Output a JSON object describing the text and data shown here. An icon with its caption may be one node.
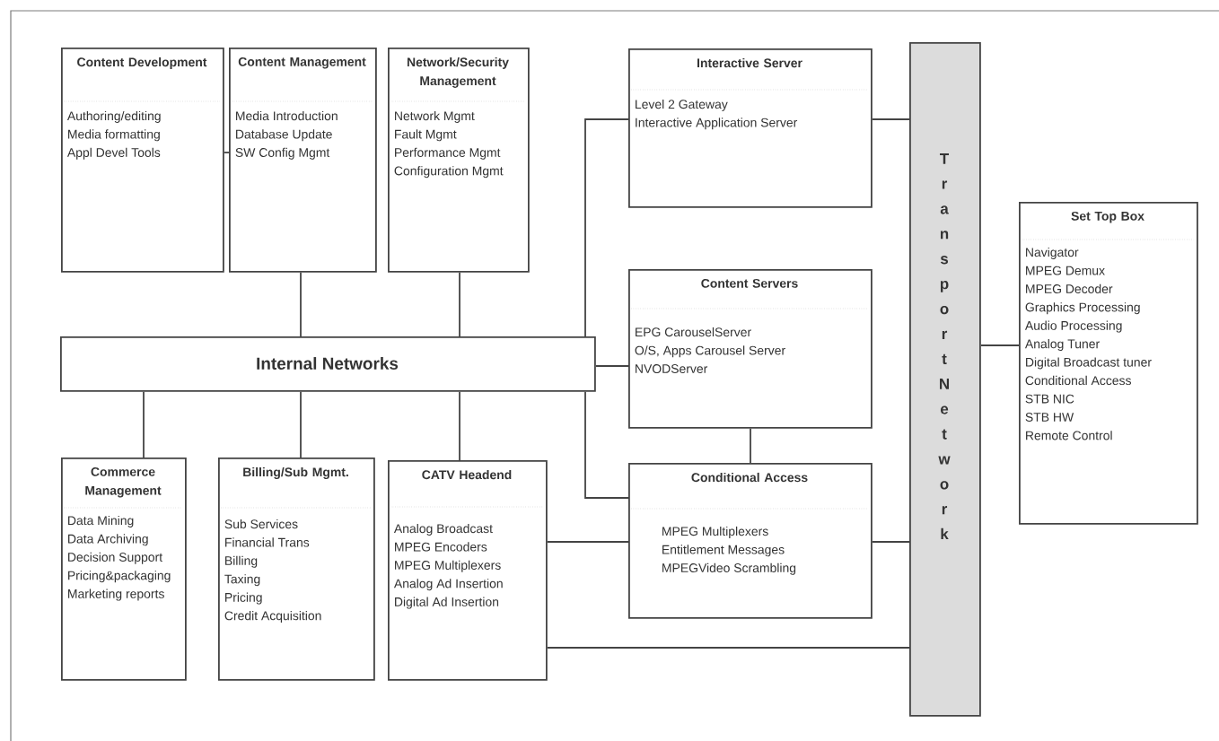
{
  "diagram": {
    "nodes": [
      {
        "text": [
          "Content Development",
          "Authoring/editing",
          "Media formatting",
          "Appl Devel Tools"
        ]
      },
      {
        "text": [
          "Content Management",
          "Media Introduction",
          "Database Update",
          "SW Config Mgmt"
        ]
      },
      {
        "text": [
          "Network/Security Management",
          "Network Mgmt",
          "Fault Mgmt",
          "Performance Mgmt",
          "Configuration Mgmt"
        ]
      },
      {
        "text": [
          "Interactive Server",
          "Level 2 Gateway",
          "Interactive Application Server"
        ]
      },
      {
        "text": [
          "Transport Network"
        ]
      },
      {
        "text": [
          "Set Top Box",
          "Navigator",
          "MPEG Demux",
          "MPEG Decoder",
          "Graphics Processing",
          "Audio Processing",
          "Analog Tuner",
          "Digital Broadcast tuner",
          "Conditional Access",
          "STB NIC",
          "STB HW",
          "Remote Control"
        ]
      },
      {
        "text": [
          "Internal Networks"
        ]
      },
      {
        "text": [
          "Content Servers",
          "EPG CarouselServer",
          "O/S, Apps Carousel Server",
          "NVODServer"
        ]
      },
      {
        "text": [
          "Commerce Management",
          "Data Mining",
          "Data Archiving",
          "Decision Support",
          "Pricing&packaging",
          "Marketing reports"
        ]
      },
      {
        "text": [
          "Billing/Sub Mgmt.",
          "Sub Services",
          "Financial Trans",
          "Billing",
          "Taxing",
          "Pricing",
          "Credit Acquisition"
        ]
      },
      {
        "text": [
          "CATV Headend",
          "Analog Broadcast",
          "MPEG Encoders",
          "MPEG Multiplexers",
          "Analog Ad Insertion",
          "Digital Ad Insertion"
        ]
      },
      {
        "text": [
          "Conditional Access",
          "MPEG Multiplexers",
          "Entitlement Messages",
          "MPEGVideo Scrambling"
        ]
      }
    ],
    "edges": [
      {
        "from": 0,
        "to": 1,
        "arrow": "none"
      },
      {
        "from": 1,
        "to": 6,
        "arrow": "none"
      },
      {
        "from": 2,
        "to": 6,
        "arrow": "none"
      },
      {
        "from": 6,
        "to": 3,
        "arrow": "none"
      },
      {
        "from": 6,
        "to": 7,
        "arrow": "none"
      },
      {
        "from": 6,
        "to": 11,
        "arrow": "none"
      },
      {
        "from": 6,
        "to": 8,
        "arrow": "none"
      },
      {
        "from": 6,
        "to": 9,
        "arrow": "none"
      },
      {
        "from": 6,
        "to": 10,
        "arrow": "none"
      },
      {
        "from": 3,
        "to": 4,
        "arrow": "none"
      },
      {
        "from": 7,
        "to": 11,
        "arrow": "none"
      },
      {
        "from": 10,
        "to": 11,
        "arrow": "none"
      },
      {
        "from": 11,
        "to": 4,
        "arrow": "none"
      },
      {
        "from": 10,
        "to": 4,
        "arrow": "none"
      },
      {
        "from": 4,
        "to": 5,
        "arrow": "none"
      }
    ]
  }
}
